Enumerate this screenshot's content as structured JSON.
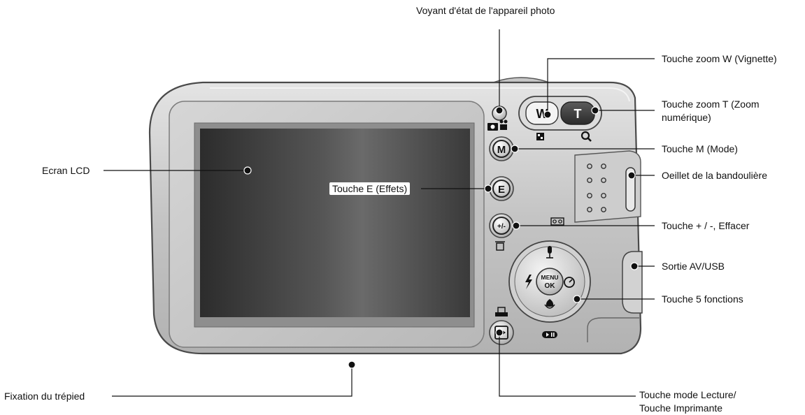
{
  "title": "Voyant d'état de l'appareil photo",
  "callouts": [
    {
      "id": "zoom-w",
      "text": "Touche zoom W (Vignette)"
    },
    {
      "id": "zoom-t",
      "text": "Touche zoom T (Zoom numérique)"
    },
    {
      "id": "mode",
      "text": "Touche M (Mode)"
    },
    {
      "id": "strap",
      "text": "Oeillet de la bandoulière"
    },
    {
      "id": "plusminus",
      "text": "Touche + / -, Effacer"
    },
    {
      "id": "av-usb",
      "text": "Sortie AV/USB"
    },
    {
      "id": "five-func",
      "text": "Touche 5 fonctions"
    },
    {
      "id": "play-print",
      "text": "Touche mode Lecture/ Touche Imprimante"
    },
    {
      "id": "lcd",
      "text": "Ecran LCD"
    },
    {
      "id": "effects",
      "text": "Touche E (Effets)"
    },
    {
      "id": "tripod",
      "text": "Fixation du trépied"
    }
  ],
  "button_glyphs": {
    "zoom_w": "W",
    "zoom_t": "T",
    "mode": "M",
    "effects": "E",
    "plusminus": "+/-",
    "menu": "MENU",
    "ok": "OK"
  },
  "colors": {
    "body_silver": "#c9c9c9",
    "lcd_dark": "#444444",
    "leader": "#111111"
  }
}
